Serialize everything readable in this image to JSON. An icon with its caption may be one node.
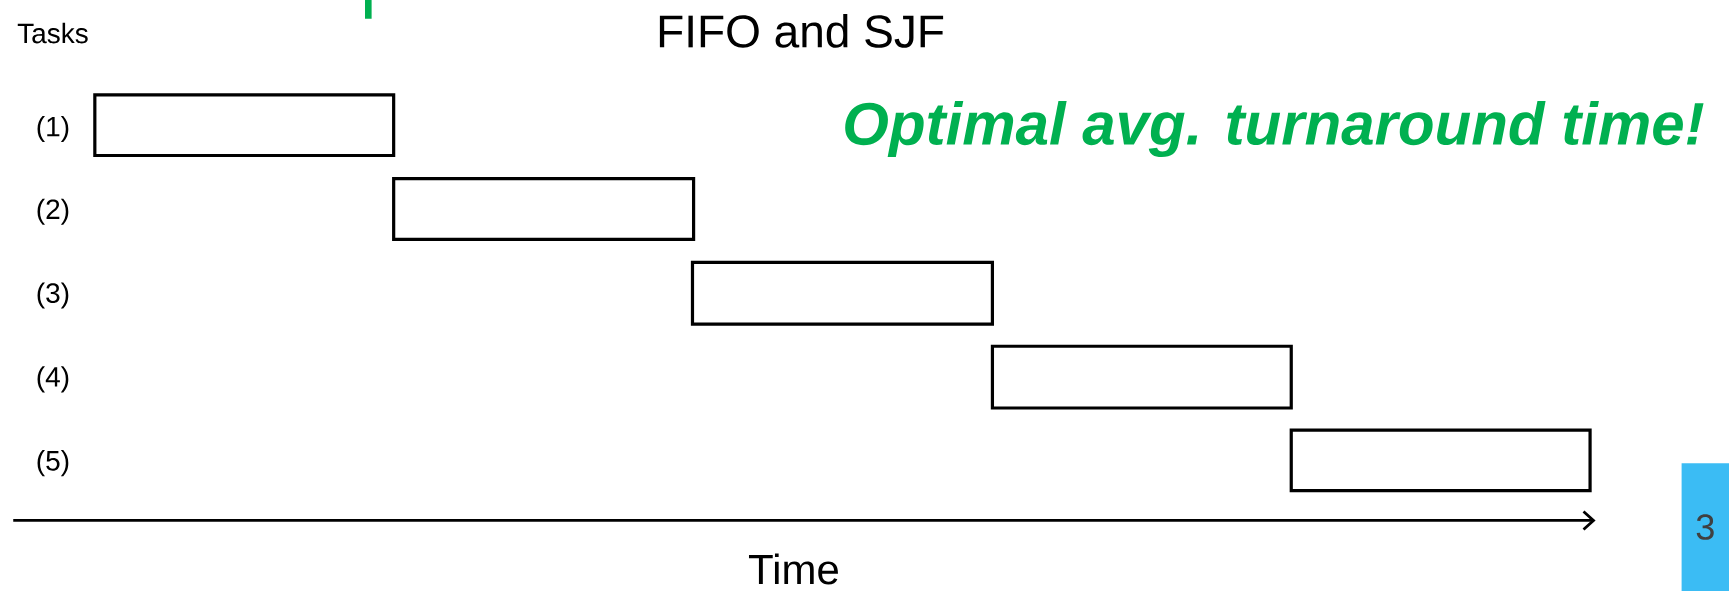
{
  "diagram": {
    "title": "FIFO and SJF",
    "nodes": [
      {
        "text": [],
        "shape": "box"
      },
      {
        "text": [],
        "shape": "box"
      },
      {
        "text": [],
        "shape": "box"
      },
      {
        "text": [],
        "shape": "box"
      },
      {
        "text": [],
        "shape": "box"
      },
      {
        "text": [
          "3"
        ]
      }
    ],
    "labels": [
      "Tasks",
      "(1)",
      "(2)",
      "(3)",
      "(4)",
      "(5)",
      "Optimal avg. turnaround time!",
      "Time"
    ]
  }
}
